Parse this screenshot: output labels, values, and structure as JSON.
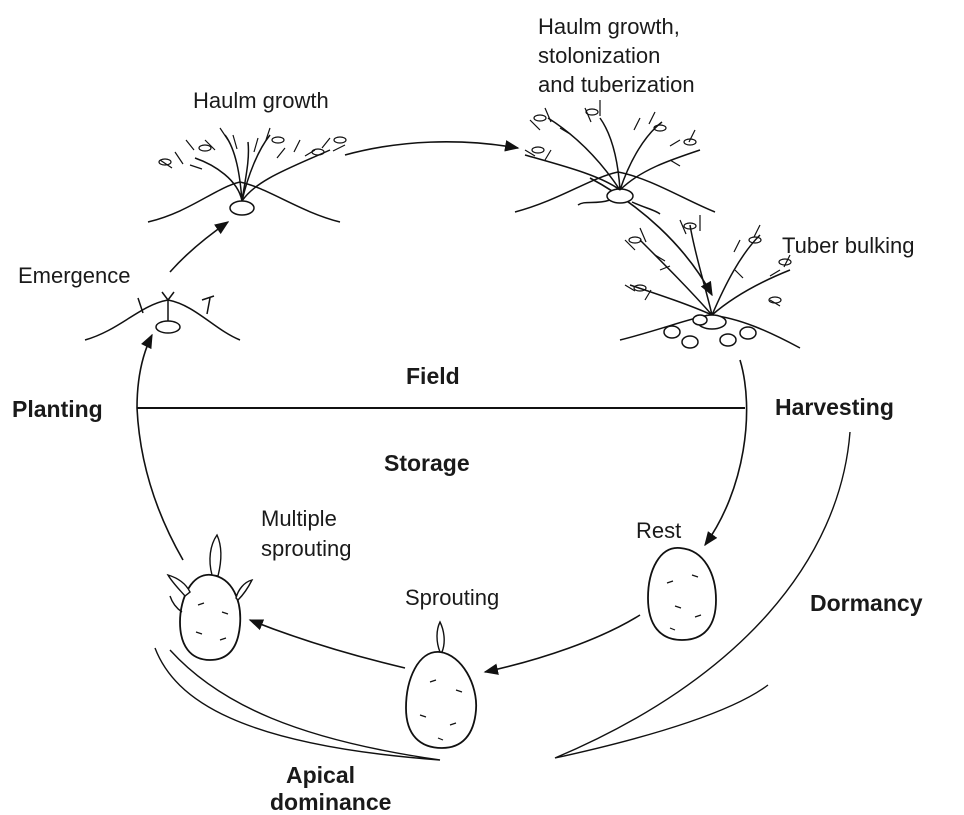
{
  "diagram": {
    "sections": {
      "field": "Field",
      "storage": "Storage"
    },
    "boundary": {
      "left": "Planting",
      "right": "Harvesting"
    },
    "stages": {
      "emergence": "Emergence",
      "haulm_growth": "Haulm growth",
      "haulm_stolon_line1": "Haulm growth,",
      "haulm_stolon_line2": "stolonization",
      "haulm_stolon_line3": "and tuberization",
      "tuber_bulking": "Tuber bulking",
      "rest": "Rest",
      "sprouting": "Sprouting",
      "multiple_sprouting_line1": "Multiple",
      "multiple_sprouting_line2": "sprouting"
    },
    "periods": {
      "dormancy": "Dormancy",
      "apical_line1": "Apical",
      "apical_line2": "dominance"
    }
  }
}
